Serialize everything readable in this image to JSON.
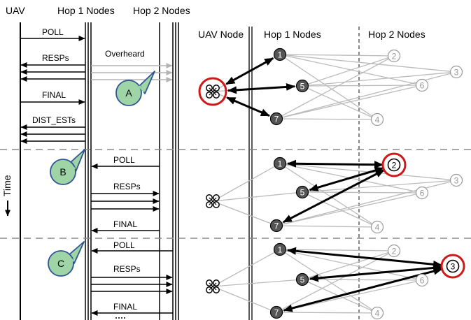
{
  "timeline": {
    "headers": {
      "uav": "UAV",
      "hop1": "Hop 1 Nodes",
      "hop2": "Hop 2 Nodes"
    },
    "axis_label": "Time",
    "phase_a": {
      "poll": "POLL",
      "resps": "RESPs",
      "overheard": "Overheard",
      "final": "FINAL",
      "dist_ests": "DIST_ESTs",
      "callout": "A"
    },
    "phase_b": {
      "poll": "POLL",
      "resps": "RESPs",
      "final": "FINAL",
      "callout": "B"
    },
    "phase_c": {
      "poll": "POLL",
      "resps": "RESPs",
      "final": "FINAL",
      "callout": "C"
    }
  },
  "topology": {
    "headers": {
      "uav": "UAV Node",
      "hop1": "Hop 1 Nodes",
      "hop2": "Hop 2 Nodes"
    },
    "hop1_nodes": [
      "1",
      "5",
      "7"
    ],
    "hop2_nodes": [
      "2",
      "3",
      "6",
      "4"
    ],
    "active_color": "#d01818",
    "inactive_color": "#bbbbbb"
  }
}
